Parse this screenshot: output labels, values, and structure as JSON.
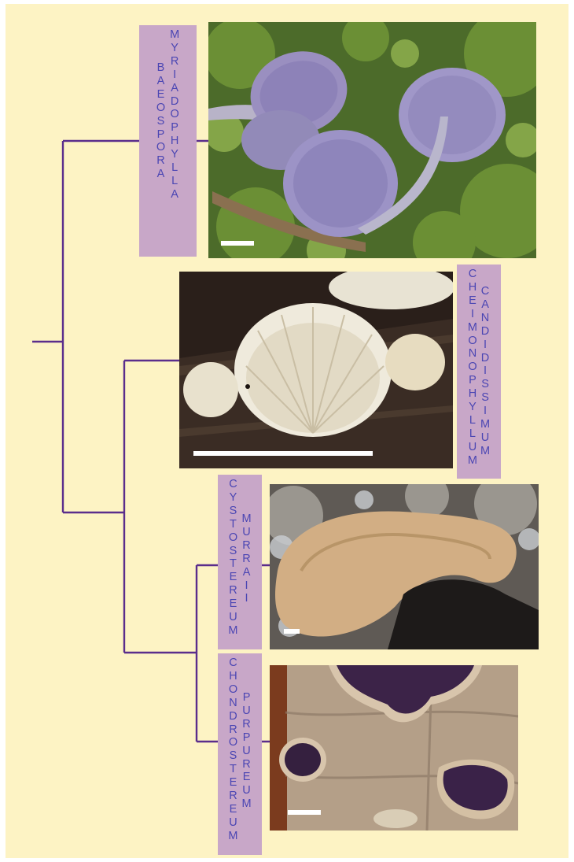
{
  "colors": {
    "background": "#fdf3c4",
    "branch": "#5a2d8c",
    "label_box": "#c8a7c8",
    "label_text": "#4b46b3",
    "scale_bar": "#ffffff"
  },
  "taxa": [
    {
      "genus": "BAEOSPORA",
      "species": "MYRIADOPHYLLA",
      "photo": "lilac-gilled-mushrooms-on-moss"
    },
    {
      "genus": "CHEIMONOPHYLLUM",
      "species": "CANDIDISSIMUM",
      "photo": "white-fan-shaped-caps-on-dark-wood"
    },
    {
      "genus": "CYSTOSTEREUM",
      "species": "MURRAII",
      "photo": "tan-crust-fungus-on-bark"
    },
    {
      "genus": "CHONDROSTEREUM",
      "species": "PURPUREUM",
      "photo": "purple-crust-fungus-on-bark"
    }
  ]
}
